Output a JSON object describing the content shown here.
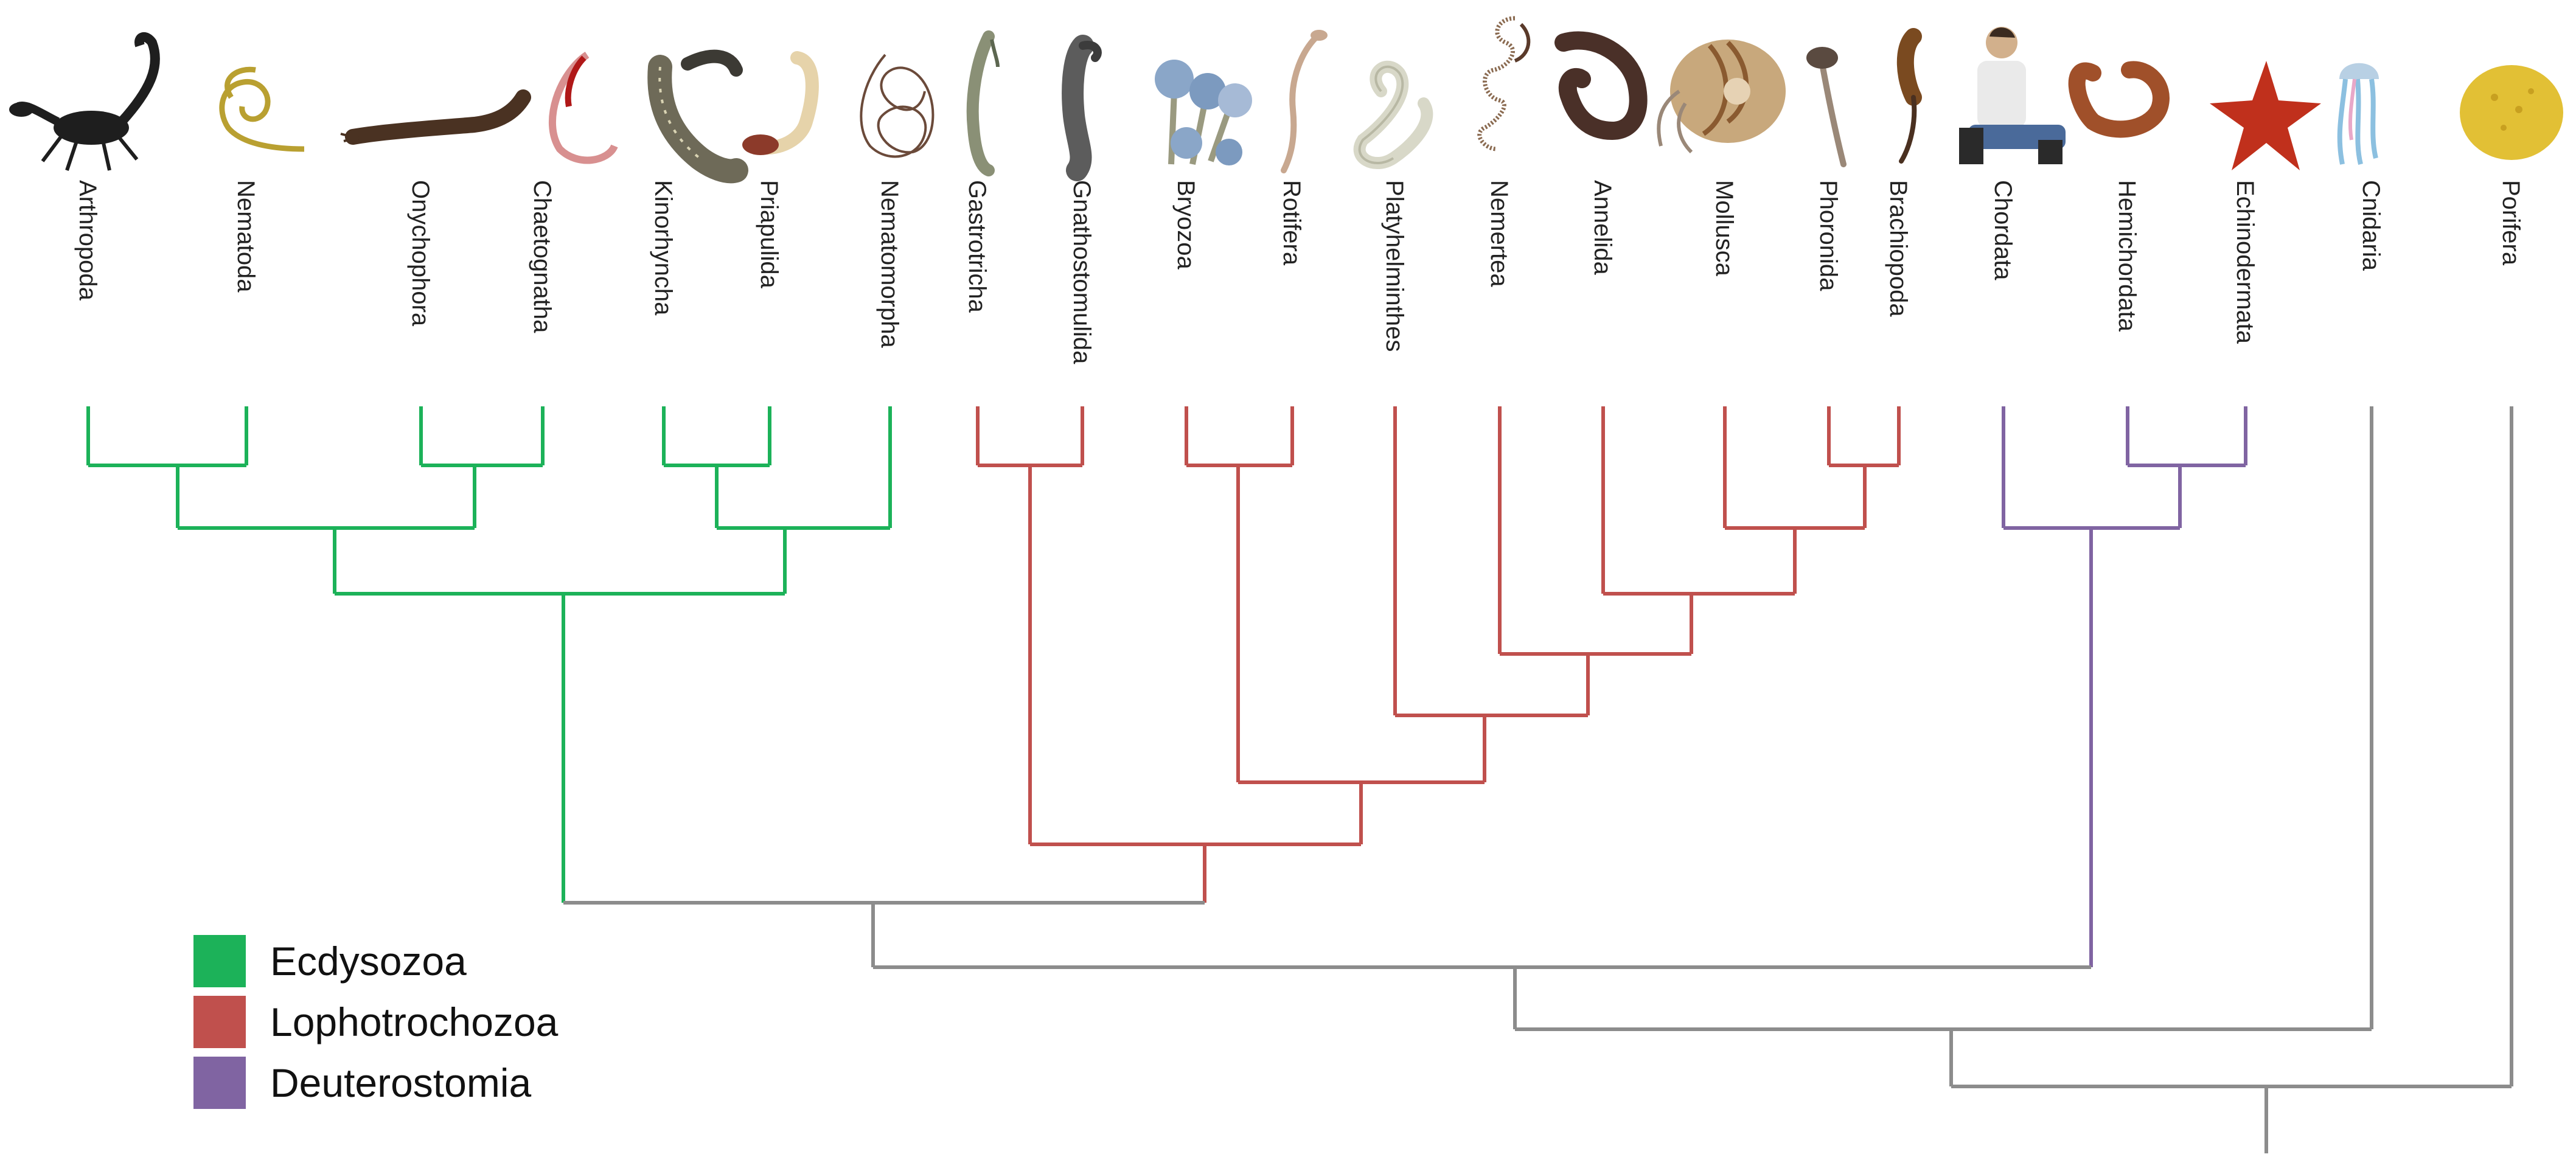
{
  "colors": {
    "ecdysozoa": "#1cb259",
    "lophotrochozoa": "#c0504d",
    "deuterostomia": "#8064a2",
    "stem": "#8c8c8c"
  },
  "taxa": [
    {
      "name": "Arthropoda",
      "group": "ecdysozoa",
      "icon": "scorpion-icon"
    },
    {
      "name": "Nematoda",
      "group": "ecdysozoa",
      "icon": "roundworm-icon"
    },
    {
      "name": "Onychophora",
      "group": "ecdysozoa",
      "icon": "velvet-worm-icon"
    },
    {
      "name": "Chaetognatha",
      "group": "ecdysozoa",
      "icon": "arrow-worm-icon"
    },
    {
      "name": "Kinorhyncha",
      "group": "ecdysozoa",
      "icon": "mud-dragon-icon"
    },
    {
      "name": "Priapulida",
      "group": "ecdysozoa",
      "icon": "penis-worm-icon"
    },
    {
      "name": "Nematomorpha",
      "group": "ecdysozoa",
      "icon": "horsehair-worm-icon"
    },
    {
      "name": "Gastrotricha",
      "group": "lophotrochozoa",
      "icon": "hairyback-icon"
    },
    {
      "name": "Gnathostomulida",
      "group": "lophotrochozoa",
      "icon": "jaw-worm-icon"
    },
    {
      "name": "Bryozoa",
      "group": "lophotrochozoa",
      "icon": "moss-animal-icon"
    },
    {
      "name": "Rotifera",
      "group": "lophotrochozoa",
      "icon": "rotifer-icon"
    },
    {
      "name": "Platyhelminthes",
      "group": "lophotrochozoa",
      "icon": "flatworm-icon"
    },
    {
      "name": "Nemertea",
      "group": "lophotrochozoa",
      "icon": "ribbon-worm-icon"
    },
    {
      "name": "Annelida",
      "group": "lophotrochozoa",
      "icon": "earthworm-icon"
    },
    {
      "name": "Mollusca",
      "group": "lophotrochozoa",
      "icon": "nautilus-icon"
    },
    {
      "name": "Phoronida",
      "group": "lophotrochozoa",
      "icon": "horseshoe-worm-icon"
    },
    {
      "name": "Brachiopoda",
      "group": "lophotrochozoa",
      "icon": "lamp-shell-icon"
    },
    {
      "name": "Chordata",
      "group": "deuterostomia",
      "icon": "human-icon"
    },
    {
      "name": "Hemichordata",
      "group": "deuterostomia",
      "icon": "acorn-worm-icon"
    },
    {
      "name": "Echinodermata",
      "group": "deuterostomia",
      "icon": "starfish-icon"
    },
    {
      "name": "Cnidaria",
      "group": "stem",
      "icon": "jellyfish-icon"
    },
    {
      "name": "Porifera",
      "group": "stem",
      "icon": "sponge-icon"
    }
  ],
  "legend": [
    {
      "label": "Ecdysozoa",
      "color": "#1cb259"
    },
    {
      "label": "Lophotrochozoa",
      "color": "#c0504d"
    },
    {
      "label": "Deuterostomia",
      "color": "#8064a2"
    }
  ]
}
